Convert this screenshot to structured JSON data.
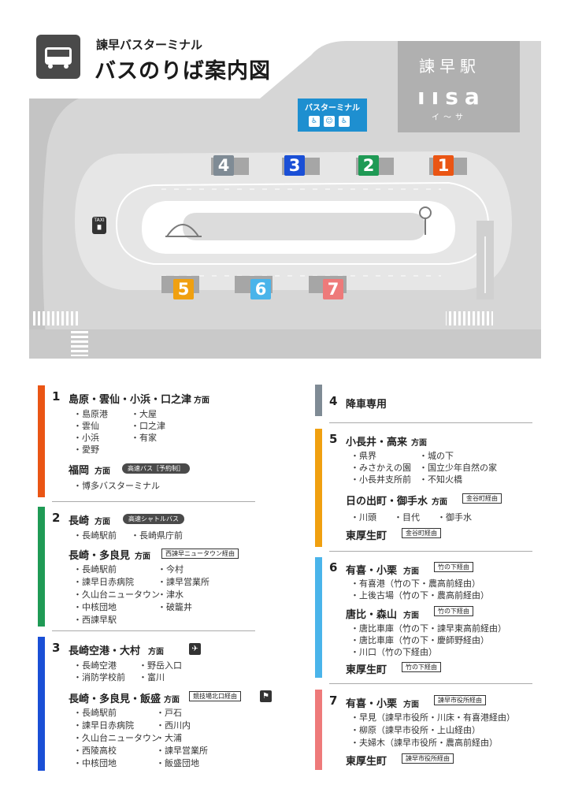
{
  "header": {
    "subtitle": "諫早バスターミナル",
    "title": "バスのりば案内図",
    "station_name": "諫早駅",
    "station_logo": "ıısa",
    "station_logo_kana": "イ〜サ"
  },
  "map": {
    "terminal_label": "バスターミナル",
    "facility_icons": [
      "restroom-icon",
      "nursing-room-icon",
      "accessible-icon"
    ],
    "taxi_label": "TAXI",
    "platforms": [
      {
        "number": "4",
        "color": "#7f8b95"
      },
      {
        "number": "3",
        "color": "#1a4fd6"
      },
      {
        "number": "2",
        "color": "#1f9a55"
      },
      {
        "number": "1",
        "color": "#ea5514"
      },
      {
        "number": "5",
        "color": "#f0a010"
      },
      {
        "number": "6",
        "color": "#4ab4ea"
      },
      {
        "number": "7",
        "color": "#ee7a7a"
      }
    ]
  },
  "routes": {
    "r1": {
      "number": "1",
      "color": "#ea5514",
      "dest1": "島原・雲仙・小浜・口之津",
      "dir": "方面",
      "stops1_col1": [
        "・島原港",
        "・雲仙",
        "・小浜",
        "・愛野"
      ],
      "stops1_col2": [
        "・大屋",
        "・口之津",
        "・有家"
      ],
      "dest2": "福岡",
      "tag2": "高速バス［予約制］",
      "stops2": [
        "・博多バスターミナル"
      ]
    },
    "r2": {
      "number": "2",
      "color": "#1f9a55",
      "dest1": "長崎",
      "dir": "方面",
      "tag1": "高速シャトルバス",
      "stops1": [
        "・長崎駅前",
        "・長崎県庁前"
      ],
      "dest2": "長崎・多良見",
      "tag2": "西諫早ニュータウン経由",
      "stops2_col1": [
        "・長崎駅前",
        "・諫早日赤病院",
        "・久山台ニュータウン",
        "・中核団地",
        "・西諫早駅"
      ],
      "stops2_col2": [
        "・今村",
        "・諫早営業所",
        "・津水",
        "・破籠井"
      ]
    },
    "r3": {
      "number": "3",
      "color": "#1a4fd6",
      "dest1": "長崎空港・大村",
      "dir": "方面",
      "stops1_col1": [
        "・長崎空港",
        "・消防学校前"
      ],
      "stops1_col2": [
        "・野岳入口",
        "・富川"
      ],
      "dest2": "長崎・多良見・飯盛",
      "tag2": "競技場北口経由",
      "stops2_col1": [
        "・長崎駅前",
        "・諫早日赤病院",
        "・久山台ニュータウン",
        "・西陵高校",
        "・中核団地"
      ],
      "stops2_col2": [
        "・戸石",
        "・西川内",
        "・大浦",
        "・諫早営業所",
        "・飯盛団地"
      ]
    },
    "r4": {
      "number": "4",
      "color": "#7f8b95",
      "label": "降車専用"
    },
    "r5": {
      "number": "5",
      "color": "#f0a010",
      "dest1": "小長井・高来",
      "dir": "方面",
      "stops1_col1": [
        "・県界",
        "・みさかえの園",
        "・小長井支所前"
      ],
      "stops1_col2": [
        "・城の下",
        "・国立少年自然の家",
        "・不知火橋"
      ],
      "dest2": "日の出町・御手水",
      "tag2": "金谷町経由",
      "stops2": [
        "・川頭",
        "・目代",
        "・御手水"
      ],
      "dest3": "東厚生町",
      "tag3": "金谷町経由"
    },
    "r6": {
      "number": "6",
      "color": "#4ab4ea",
      "dest1": "有喜・小栗",
      "dir": "方面",
      "tag1": "竹の下経由",
      "stops1": [
        "・有喜港（竹の下・農高前経由）",
        "・上後古場（竹の下・農高前経由）"
      ],
      "dest2": "唐比・森山",
      "tag2": "竹の下経由",
      "stops2": [
        "・唐比車庫（竹の下・諫早東高前経由）",
        "・唐比車庫（竹の下・慶師野経由）",
        "・川口（竹の下経由）"
      ],
      "dest3": "東厚生町",
      "tag3": "竹の下経由"
    },
    "r7": {
      "number": "7",
      "color": "#ee7a7a",
      "dest1": "有喜・小栗",
      "dir": "方面",
      "tag1": "諫早市役所経由",
      "stops1": [
        "・早見（諫早市役所・川床・有喜港経由）",
        "・柳原（諫早市役所・上山経由）",
        "・夫婦木（諫早市役所・農高前経由）"
      ],
      "dest3": "東厚生町",
      "tag3": "諫早市役所経由"
    }
  }
}
